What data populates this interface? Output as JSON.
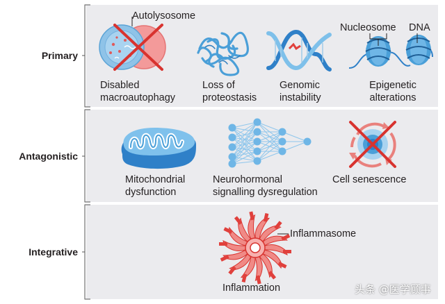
{
  "tiers": [
    {
      "label": "Primary"
    },
    {
      "label": "Antagonistic"
    },
    {
      "label": "Integrative"
    }
  ],
  "primary": {
    "items": [
      {
        "line1": "Disabled",
        "line2": "macroautophagy"
      },
      {
        "line1": "Loss of",
        "line2": "proteostasis"
      },
      {
        "line1": "Genomic",
        "line2": "instability"
      },
      {
        "line1": "Epigenetic",
        "line2": "alterations"
      }
    ],
    "annotations": {
      "autolysosome": "Autolysosome",
      "nucleosome": "Nucleosome",
      "dna": "DNA"
    }
  },
  "antagonistic": {
    "items": [
      {
        "line1": "Mitochondrial",
        "line2": "dysfunction"
      },
      {
        "line1": "Neurohormonal",
        "line2": "signalling dysregulation"
      },
      {
        "line1": "Cell senescence",
        "line2": ""
      }
    ]
  },
  "integrative": {
    "items": [
      {
        "line1": "Inflammation"
      }
    ],
    "annotations": {
      "inflammasome": "Inflammasome"
    }
  },
  "watermark": "头条 @医学顾事",
  "colors": {
    "panel": "#ebebee",
    "blue": "#4a9fd8",
    "red": "#e0403c",
    "pink": "#f07c7c"
  }
}
